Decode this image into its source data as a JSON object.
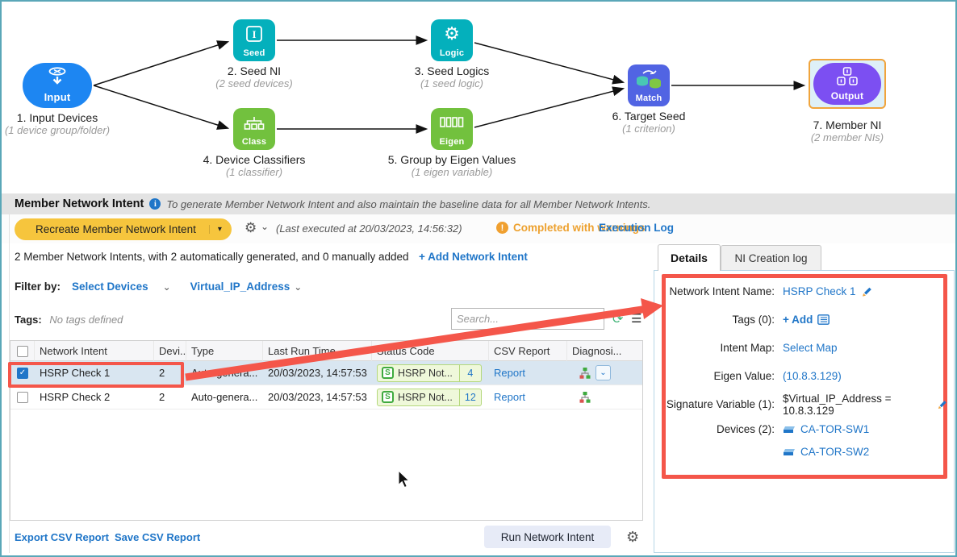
{
  "flow": {
    "nodes": [
      {
        "badge": "Input",
        "title": "1. Input Devices",
        "subtitle": "(1 device group/folder)"
      },
      {
        "badge": "Seed",
        "title": "2. Seed NI",
        "subtitle": "(2 seed devices)"
      },
      {
        "badge": "Logic",
        "title": "3. Seed Logics",
        "subtitle": "(1 seed logic)"
      },
      {
        "badge": "Class",
        "title": "4. Device Classifiers",
        "subtitle": "(1 classifier)"
      },
      {
        "badge": "Eigen",
        "title": "5. Group by Eigen Values",
        "subtitle": "(1 eigen variable)"
      },
      {
        "badge": "Match",
        "title": "6. Target Seed",
        "subtitle": "(1 criterion)"
      },
      {
        "badge": "Output",
        "title": "7. Member NI",
        "subtitle": "(2 member NIs)"
      }
    ]
  },
  "section": {
    "title": "Member Network Intent",
    "description": "To generate Member Network Intent and also maintain the baseline data for all Member Network Intents."
  },
  "toolbar": {
    "recreate_button": "Recreate Member Network Intent",
    "last_executed": "(Last executed at 20/03/2023, 14:56:32)",
    "status": "Completed with warnings",
    "execution_log": "Execution Log"
  },
  "summary": {
    "text": "2 Member Network Intents, with 2 automatically generated, and 0 manually added",
    "add_link": "+ Add Network Intent"
  },
  "filter": {
    "label": "Filter by:",
    "select_devices": "Select Devices",
    "variable": "Virtual_IP_Address"
  },
  "tags": {
    "label": "Tags:",
    "value": "No tags defined"
  },
  "search": {
    "placeholder": "Search..."
  },
  "table": {
    "columns": [
      "Network Intent",
      "Devi...",
      "Type",
      "Last Run Time",
      "Status Code",
      "CSV Report",
      "Diagnosi..."
    ],
    "rows": [
      {
        "name": "HSRP Check 1",
        "devices": "2",
        "type": "Auto-genera...",
        "last_run": "20/03/2023, 14:57:53",
        "status_label": "HSRP Not...",
        "status_count": "4",
        "csv": "Report",
        "checked": true
      },
      {
        "name": "HSRP Check 2",
        "devices": "2",
        "type": "Auto-genera...",
        "last_run": "20/03/2023, 14:57:53",
        "status_label": "HSRP Not...",
        "status_count": "12",
        "csv": "Report",
        "checked": false
      }
    ]
  },
  "footer": {
    "export_csv": "Export CSV Report",
    "save_csv": "Save CSV Report",
    "run_button": "Run Network Intent"
  },
  "details": {
    "tabs": [
      "Details",
      "NI Creation log"
    ],
    "name_label": "Network Intent Name:",
    "name_value": "HSRP Check 1",
    "tags_label": "Tags (0):",
    "tags_value": "+ Add",
    "map_label": "Intent Map:",
    "map_value": "Select Map",
    "eigen_label": "Eigen Value:",
    "eigen_value": "(10.8.3.129)",
    "sig_label": "Signature Variable (1):",
    "sig_value": "$Virtual_IP_Address = 10.8.3.129",
    "devices_label": "Devices (2):",
    "devices": [
      "CA-TOR-SW1",
      "CA-TOR-SW2"
    ]
  },
  "icons": {
    "gear": "⚙",
    "chevron_down": "⌄",
    "caret_down": "▾",
    "refresh": "⟳",
    "menu": "☰",
    "check": "✓",
    "status_s": "S",
    "info": "i",
    "warning": "!"
  },
  "colors": {
    "accent_blue": "#2076c8",
    "warning_orange": "#f0a030",
    "annotation_red": "#f4564a",
    "button_yellow": "#f6c53d",
    "node_teal": "#04b0bc",
    "node_green": "#72c13e",
    "node_blue": "#1d86f2",
    "node_indigo": "#5164e3",
    "node_purple": "#7c4ff2",
    "selected_row": "#d9e6f1",
    "status_chip_bg": "#eff8da"
  }
}
